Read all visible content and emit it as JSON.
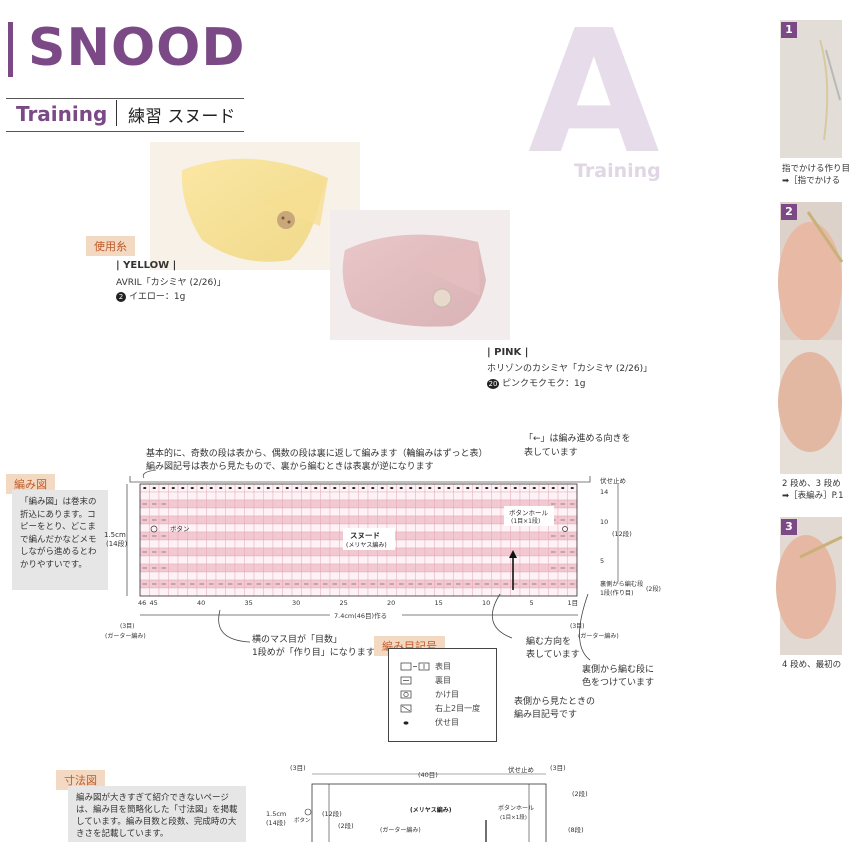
{
  "header": {
    "title": "SNOOD",
    "subtitle_en": "Training",
    "subtitle_jp": "練習 スヌード",
    "big_letter": "A",
    "big_letter_sub": "Training"
  },
  "yarn": {
    "tag": "使用糸",
    "yellow": {
      "label": "| YELLOW |",
      "brand": "AVRIL「カシミヤ (2/26)」",
      "num": "2",
      "color": "イエロー：1g"
    },
    "pink": {
      "label": "| PINK |",
      "brand": "ホリゾンのカシミヤ「カシミヤ (2/26)」",
      "num": "20",
      "color": "ピンクモクモク：1g"
    }
  },
  "chart": {
    "tag": "編み図",
    "side_note": "「編み図」は巻末の折込にあります。コピーをとり、どこまで編んだかなどメモしながら進めるとわかりやすいです。",
    "top_note_1": "基本的に、奇数の段は表から、偶数の段は裏に返して編みます（輪編みはずっと表）",
    "top_note_2": "編み図記号は表から見たもので、裏から編むときは表裏が逆になります",
    "arrow_note_1": "「←」は編み進める向きを",
    "arrow_note_2": "表しています",
    "height_label": "1.5cm",
    "height_rows": "(14段)",
    "button_label": "ボタン",
    "center_label": "スヌード",
    "center_sub": "(メリヤス編み)",
    "buttonhole_label": "ボタンホール",
    "buttonhole_sub": "(1目×1段)",
    "bind_off": "伏せ止め",
    "right_rows": "(12段)",
    "row_ticks": [
      "14",
      "10",
      "5"
    ],
    "ws_rows": "裏側から編む段",
    "cast_row": "1段(作り目)",
    "two_rows": "(2段)",
    "col_ticks": [
      "46",
      "45",
      "40",
      "35",
      "30",
      "25",
      "20",
      "15",
      "10",
      "5",
      "1目"
    ],
    "width_label": "7.4cm(46目)作る",
    "left_3": "(3目)",
    "left_garter": "(ガーター編み)",
    "right_3": "(3目)",
    "right_garter": "(ガーター編み)",
    "stitch_note_1": "横のマス目が「目数」",
    "stitch_note_2": "1段めが「作り目」になります",
    "dir_note_1": "編む方向を",
    "dir_note_2": "表しています",
    "ws_note_1": "裏側から編む段に",
    "ws_note_2": "色をつけています",
    "rs_note_1": "表側から見たときの",
    "rs_note_2": "編み目記号です"
  },
  "legend": {
    "tag": "編み目記号",
    "items": [
      "表目",
      "裏目",
      "かけ目",
      "右上2目一度",
      "伏せ目"
    ]
  },
  "dimension": {
    "tag": "寸法図",
    "note": "編み図が大きすぎて紹介できないページは、編み目を簡略化した「寸法図」を掲載しています。編み目数と段数、完成時の大きさを記載しています。",
    "top_3l": "(3目)",
    "top_40": "(40目)",
    "bind_off": "伏せ止め",
    "top_3r": "(3目)",
    "height": "1.5cm",
    "height_rows": "(14段)",
    "button": "ボタン",
    "rows12": "(12段)",
    "center": "(メリヤス編み)",
    "buttonhole": "ボタンホール",
    "buttonhole_sub": "(1目×1段)",
    "rows2a": "(2段)",
    "rows2b": "(2段)",
    "garter": "(ガーター編み)",
    "rows8": "(8段)"
  },
  "steps": {
    "s1": "1",
    "s1_text_1": "指でかける作り目",
    "s1_text_2": "➡［指でかける",
    "s2": "2",
    "s2_text_1": "2 段め、3 段め",
    "s2_text_2": "➡［表編み］P.1",
    "s3": "3",
    "s3_text_1": "4 段め、最初の"
  },
  "colors": {
    "accent": "#7b4a86",
    "grid_pink": "#f2c8d2",
    "tag_bg": "#f3d9c2",
    "tag_fg": "#c05a2a"
  }
}
